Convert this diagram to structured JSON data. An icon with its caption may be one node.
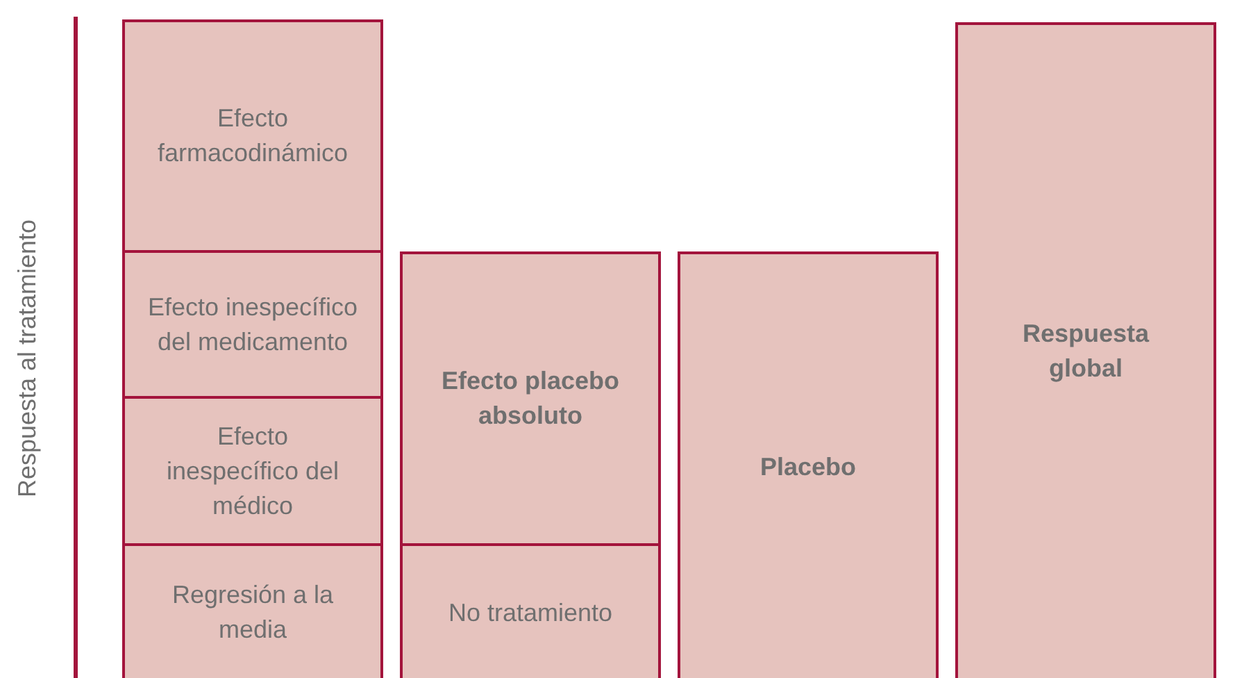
{
  "diagram": {
    "nodes": [
      {
        "text": [
          "Efecto farmacodinámico"
        ]
      },
      {
        "text": [
          "Efecto inespecífico del medicamento"
        ]
      },
      {
        "text": [
          "Efecto inespecífico del médico"
        ]
      },
      {
        "text": [
          "Regresión a la media"
        ]
      },
      {
        "text": [
          "Efecto placebo absoluto"
        ]
      },
      {
        "text": [
          "No tratamiento"
        ]
      },
      {
        "text": [
          "Placebo"
        ]
      },
      {
        "text": [
          "Respuesta global"
        ]
      }
    ],
    "edges": [],
    "labels": [
      "Respuesta al tratamiento"
    ]
  }
}
